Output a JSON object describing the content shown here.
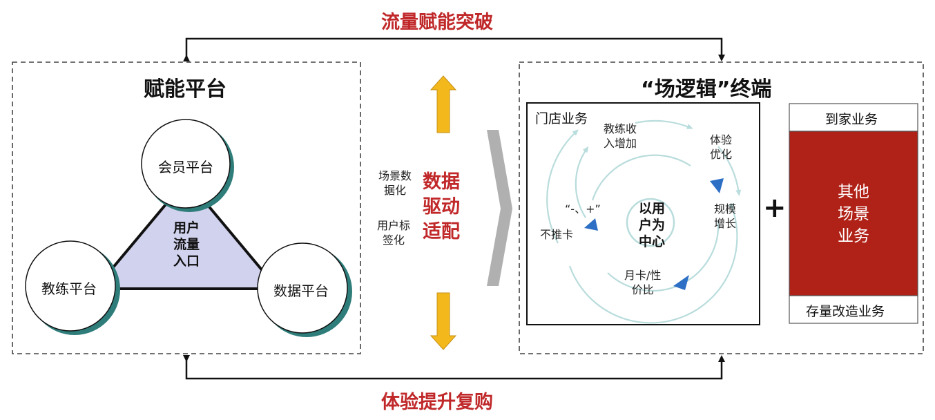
{
  "top_label": "流量赋能突破",
  "bottom_label": "体验提升复购",
  "left_panel": {
    "title": "赋能平台",
    "nodes": {
      "top": "会员平台",
      "left": "教练平台",
      "right": "数据平台"
    },
    "center": [
      "用户",
      "流量",
      "入口"
    ]
  },
  "middle": {
    "side_labels": [
      "场景数",
      "据化",
      "用户标",
      "签化"
    ],
    "driver": [
      "数据",
      "驱动",
      "适配"
    ]
  },
  "right_panel": {
    "title": "“场逻辑”终端",
    "store_box": {
      "title": "门店业务",
      "center": [
        "以用",
        "户为",
        "中心"
      ],
      "labels": {
        "coach_income": [
          "教练收",
          "入增加"
        ],
        "experience": [
          "体验",
          "优化"
        ],
        "scale": [
          "规模",
          "增长"
        ],
        "card": [
          "月卡/性",
          "价比"
        ],
        "no_card": "不推卡",
        "minus_plus": "“-、+”"
      }
    },
    "plus": "+",
    "home_service": "到家业务",
    "other_scenes": [
      "其他",
      "场景",
      "业务"
    ],
    "stock_renovation": "存量改造业务"
  },
  "colors": {
    "accent_red": "#c0282a",
    "dark_red_box": "#b02218",
    "lavender": "#d0d2ee",
    "teal_shadow": "#2e7d7a",
    "arrow_yellow": "#f2b81c",
    "triangle_blue": "#2d6fc4",
    "cycle_teal": "#b9dcdc"
  }
}
